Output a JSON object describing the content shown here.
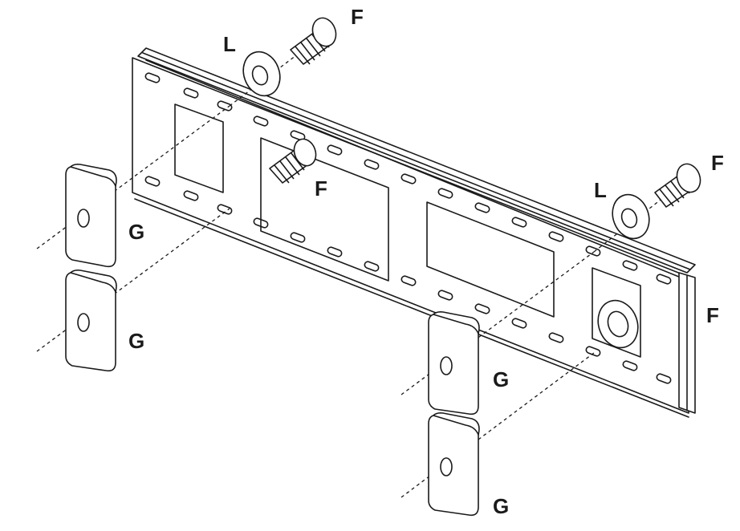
{
  "labels": {
    "screw": "F",
    "washer": "L",
    "spacer": "G"
  }
}
